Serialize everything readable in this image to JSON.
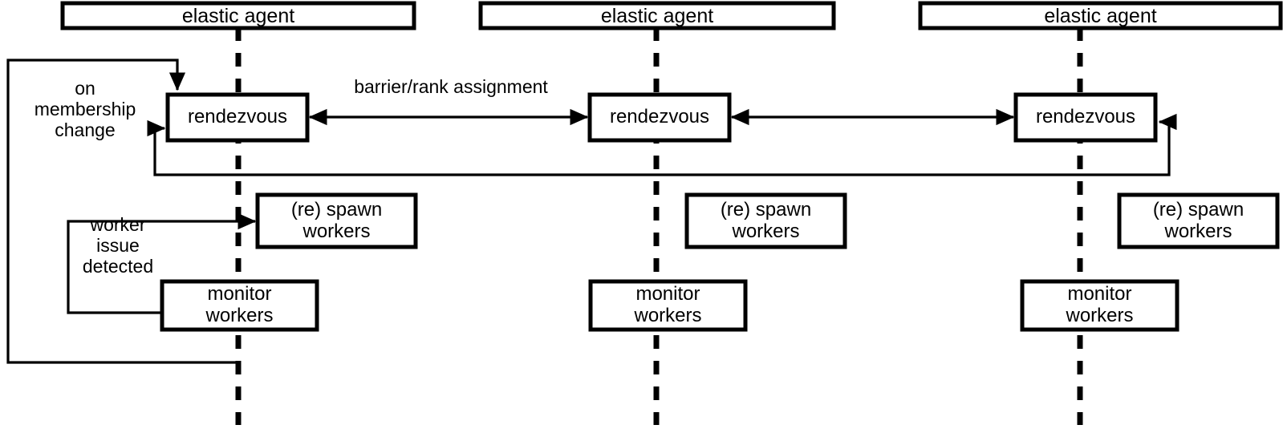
{
  "diagram": {
    "title": "elastic agent rendezvous and worker monitoring diagram",
    "type": "sequence-diagram",
    "colors": {
      "stroke": "#000000",
      "background": "#ffffff",
      "text": "#000000"
    },
    "lanes": [
      {
        "id": "lane-1",
        "agent_label": "elastic agent",
        "nodes": {
          "rendezvous": "rendezvous",
          "respawn_workers": "(re) spawn\nworkers",
          "monitor_workers": "monitor\nworkers"
        }
      },
      {
        "id": "lane-2",
        "agent_label": "elastic agent",
        "nodes": {
          "rendezvous": "rendezvous",
          "respawn_workers": "(re) spawn\nworkers",
          "monitor_workers": "monitor\nworkers"
        }
      },
      {
        "id": "lane-3",
        "agent_label": "elastic agent",
        "nodes": {
          "rendezvous": "rendezvous",
          "respawn_workers": "(re) spawn\nworkers",
          "monitor_workers": "monitor\nworkers"
        }
      }
    ],
    "edge_labels": {
      "barrier_rank": "barrier/rank assignment",
      "membership_change": "on\nmembership\nchange",
      "worker_issue": "worker\nissue\ndetected"
    }
  }
}
